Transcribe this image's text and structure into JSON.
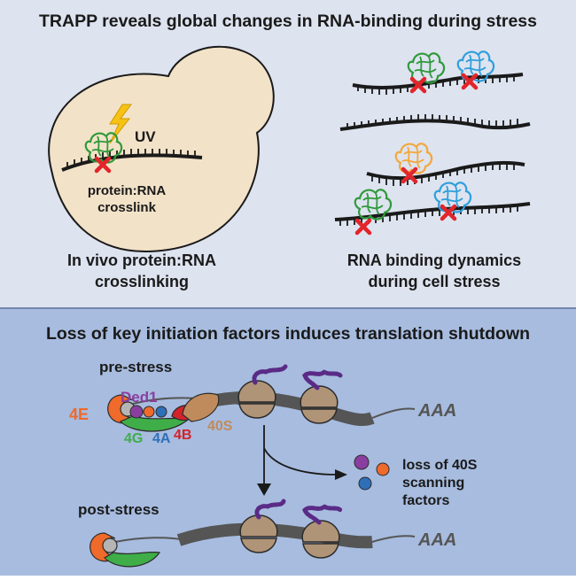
{
  "top_panel": {
    "title": "TRAPP reveals global changes in RNA-binding during stress",
    "uv_label": "UV",
    "crosslink_label_line1": "protein:RNA",
    "crosslink_label_line2": "crosslink",
    "caption_left_line1": "In vivo protein:RNA",
    "caption_left_line2": "crosslinking",
    "caption_right_line1": "RNA binding dynamics",
    "caption_right_line2": "during cell stress"
  },
  "bottom_panel": {
    "title": "Loss of key initiation factors induces translation shutdown",
    "pre_stress_label": "pre-stress",
    "post_stress_label": "post-stress",
    "factor_4e": "4E",
    "factor_ded1": "Ded1",
    "factor_4g": "4G",
    "factor_4a": "4A",
    "factor_4b": "4B",
    "factor_40s": "40S",
    "poly_a_pre": "AAA",
    "poly_a_post": "AAA",
    "loss_line1": "loss of 40S",
    "loss_line2": "scanning",
    "loss_line3": "factors"
  },
  "colors": {
    "top_bg": "#dde3ef",
    "bottom_bg": "#a7bcdf",
    "cell_fill": "#f2e2c8",
    "ribosome": "#b09478",
    "protein_green": "#2f9a3a",
    "protein_blue": "#2f9fdc",
    "protein_orange": "#f3a83b",
    "crosslink_red": "#e2252b",
    "uv_yellow": "#f6c214",
    "factor_4e": "#ef6a2b",
    "factor_ded1": "#8a3fa0",
    "factor_4g": "#3fae49",
    "factor_4a": "#2f6fb8",
    "factor_4b": "#d2232a",
    "factor_40s": "#c08b5c"
  }
}
